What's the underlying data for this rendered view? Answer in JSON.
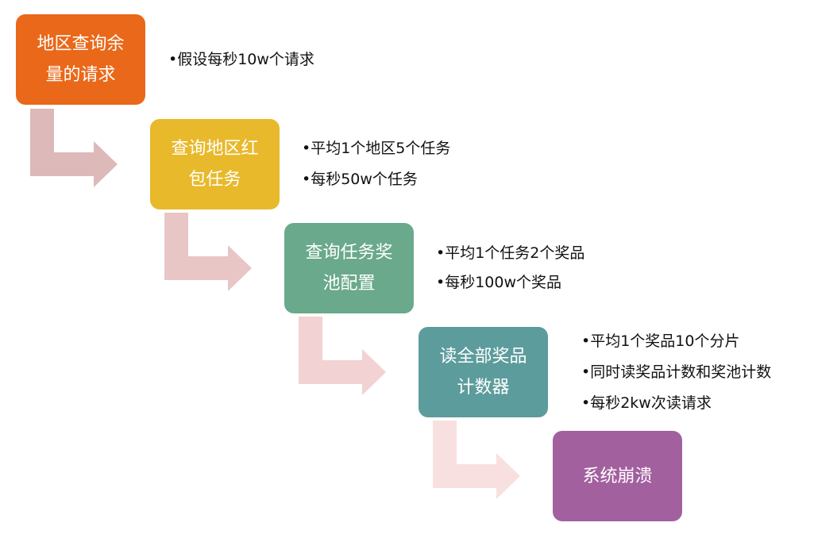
{
  "steps": [
    {
      "label_lines": [
        "地区查询余",
        "量的请求"
      ],
      "color": "#ea6819",
      "notes": [
        "•假设每秒10w个请求"
      ]
    },
    {
      "label_lines": [
        "查询地区红",
        "包任务"
      ],
      "color": "#e8b92b",
      "notes": [
        "•平均1个地区5个任务",
        "•每秒50w个任务"
      ]
    },
    {
      "label_lines": [
        "查询任务奖",
        "池配置"
      ],
      "color": "#6aa98b",
      "notes": [
        "•平均1个任务2个奖品",
        "•每秒100w个奖品"
      ]
    },
    {
      "label_lines": [
        "读全部奖品",
        "计数器"
      ],
      "color": "#5d9c9c",
      "notes": [
        "•平均1个奖品10个分片",
        "•同时读奖品计数和奖池计数",
        "•每秒2kw次读请求"
      ]
    },
    {
      "label_lines": [
        "系统崩溃"
      ],
      "color": "#a2609f",
      "notes": []
    }
  ],
  "arrow_colors": [
    "#ddb9b9",
    "#e9c6c6",
    "#f2d2d2",
    "#f9e0e0"
  ]
}
